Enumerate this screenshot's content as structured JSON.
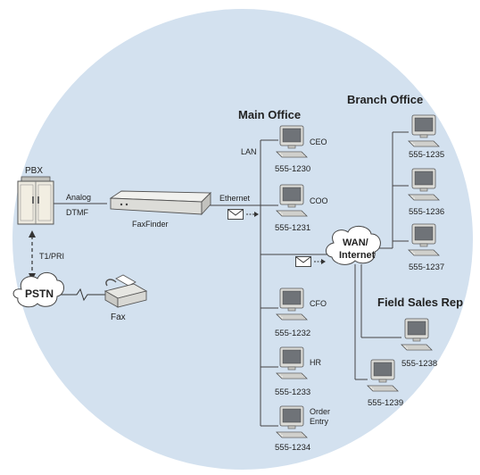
{
  "groups": {
    "main_office": "Main Office",
    "branch_office": "Branch Office",
    "field_sales": "Field Sales Rep"
  },
  "devices": {
    "pbx": "PBX",
    "pstn": "PSTN",
    "fax": "Fax",
    "faxfinder": "FaxFinder",
    "wan_line1": "WAN/",
    "wan_line2": "Internet"
  },
  "links": {
    "lan": "LAN",
    "analog": "Analog",
    "dtmf": "DTMF",
    "ethernet": "Ethernet",
    "t1pri": "T1/PRI"
  },
  "computers": {
    "ceo": {
      "role": "CEO",
      "ext": "555-1230"
    },
    "coo": {
      "role": "COO",
      "ext": "555-1231"
    },
    "cfo": {
      "role": "CFO",
      "ext": "555-1232"
    },
    "hr": {
      "role": "HR",
      "ext": "555-1233"
    },
    "order": {
      "role_line1": "Order",
      "role_line2": "Entry",
      "ext": "555-1234"
    },
    "b1": {
      "ext": "555-1235"
    },
    "b2": {
      "ext": "555-1236"
    },
    "b3": {
      "ext": "555-1237"
    },
    "f1": {
      "ext": "555-1238"
    },
    "f2": {
      "ext": "555-1239"
    }
  },
  "colors": {
    "background_circle": "#d3e1ef",
    "line": "#444444",
    "device_body": "#e8e8e4"
  }
}
